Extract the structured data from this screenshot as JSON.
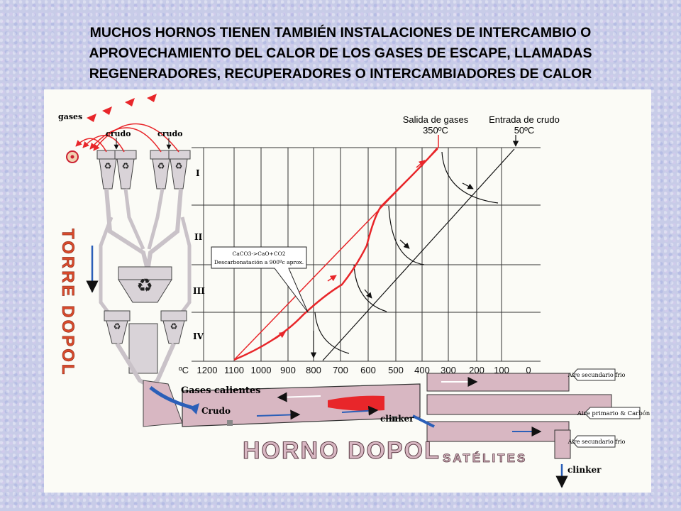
{
  "heading": {
    "line1": "MUCHOS HORNOS TIENEN TAMBIÉN INSTALACIONES DE INTERCAMBIO O",
    "line2": "APROVECHAMIENTO DEL CALOR DE LOS GASES DE ESCAPE, LLAMADAS",
    "line3": "REGENERADORES,  RECUPERADORES O INTERCAMBIADORES DE CALOR"
  },
  "diagram": {
    "label_gases": "gases",
    "label_crudo_left": "crudo",
    "label_crudo_right": "crudo",
    "stage_labels": [
      "I",
      "II",
      "III",
      "IV"
    ],
    "tower_title": "TORRE DOPOL",
    "kiln_title": "HORNO DOPOL",
    "satellites_title": "SATÉLITES",
    "outlet_title": "Salida de gases",
    "outlet_temp": "350ºC",
    "inlet_title": "Entrada de crudo",
    "inlet_temp": "50ºC",
    "reaction_line1": "CaCO3->CaO+CO2",
    "reaction_line2": "Descarbonatación a 900ºc aprox.",
    "temp_axis": [
      "ºC",
      "1200",
      "1100",
      "1000",
      "900",
      "800",
      "700",
      "600",
      "500",
      "400",
      "300",
      "200",
      "100",
      "0"
    ],
    "label_gases_calientes": "Gases calientes",
    "label_crudo_kiln": "Crudo",
    "label_clinker_kiln": "clinker",
    "label_clinker_out": "clinker",
    "air_secondary_top": "Aire secundario frio",
    "air_primary": "Aire primario & Carbón",
    "air_secondary_bottom": "Aire secundario frio"
  },
  "colors": {
    "red_flow": "#e8262a",
    "blue_arrow": "#2b5fb8",
    "tower_red": "#d84a2c",
    "kiln_pink": "#d8b7c2",
    "background": "#c8cce8"
  }
}
